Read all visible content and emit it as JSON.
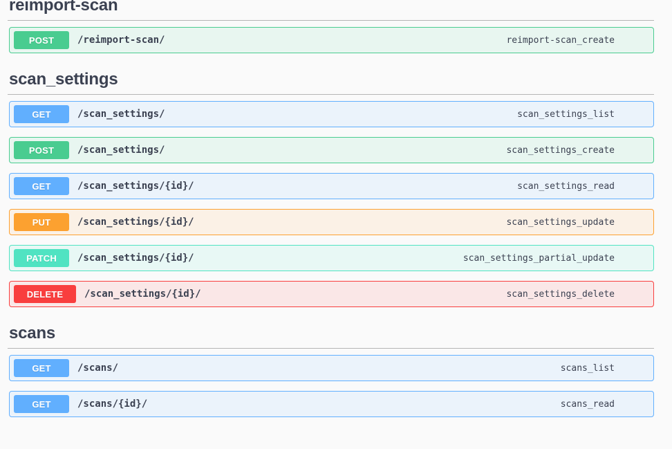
{
  "page": {
    "background_color": "#fafafa",
    "text_color": "#3b4151"
  },
  "method_colors": {
    "get": "#61affe",
    "post": "#49cc90",
    "put": "#fca130",
    "patch": "#50e3c2",
    "delete": "#f93e3e"
  },
  "groups": [
    {
      "title": "reimport-scan",
      "operations": [
        {
          "method": "POST",
          "path": "/reimport-scan/",
          "operation_id": "reimport-scan_create"
        }
      ]
    },
    {
      "title": "scan_settings",
      "operations": [
        {
          "method": "GET",
          "path": "/scan_settings/",
          "operation_id": "scan_settings_list"
        },
        {
          "method": "POST",
          "path": "/scan_settings/",
          "operation_id": "scan_settings_create"
        },
        {
          "method": "GET",
          "path": "/scan_settings/{id}/",
          "operation_id": "scan_settings_read"
        },
        {
          "method": "PUT",
          "path": "/scan_settings/{id}/",
          "operation_id": "scan_settings_update"
        },
        {
          "method": "PATCH",
          "path": "/scan_settings/{id}/",
          "operation_id": "scan_settings_partial_update"
        },
        {
          "method": "DELETE",
          "path": "/scan_settings/{id}/",
          "operation_id": "scan_settings_delete"
        }
      ]
    },
    {
      "title": "scans",
      "operations": [
        {
          "method": "GET",
          "path": "/scans/",
          "operation_id": "scans_list"
        },
        {
          "method": "GET",
          "path": "/scans/{id}/",
          "operation_id": "scans_read"
        }
      ]
    }
  ]
}
